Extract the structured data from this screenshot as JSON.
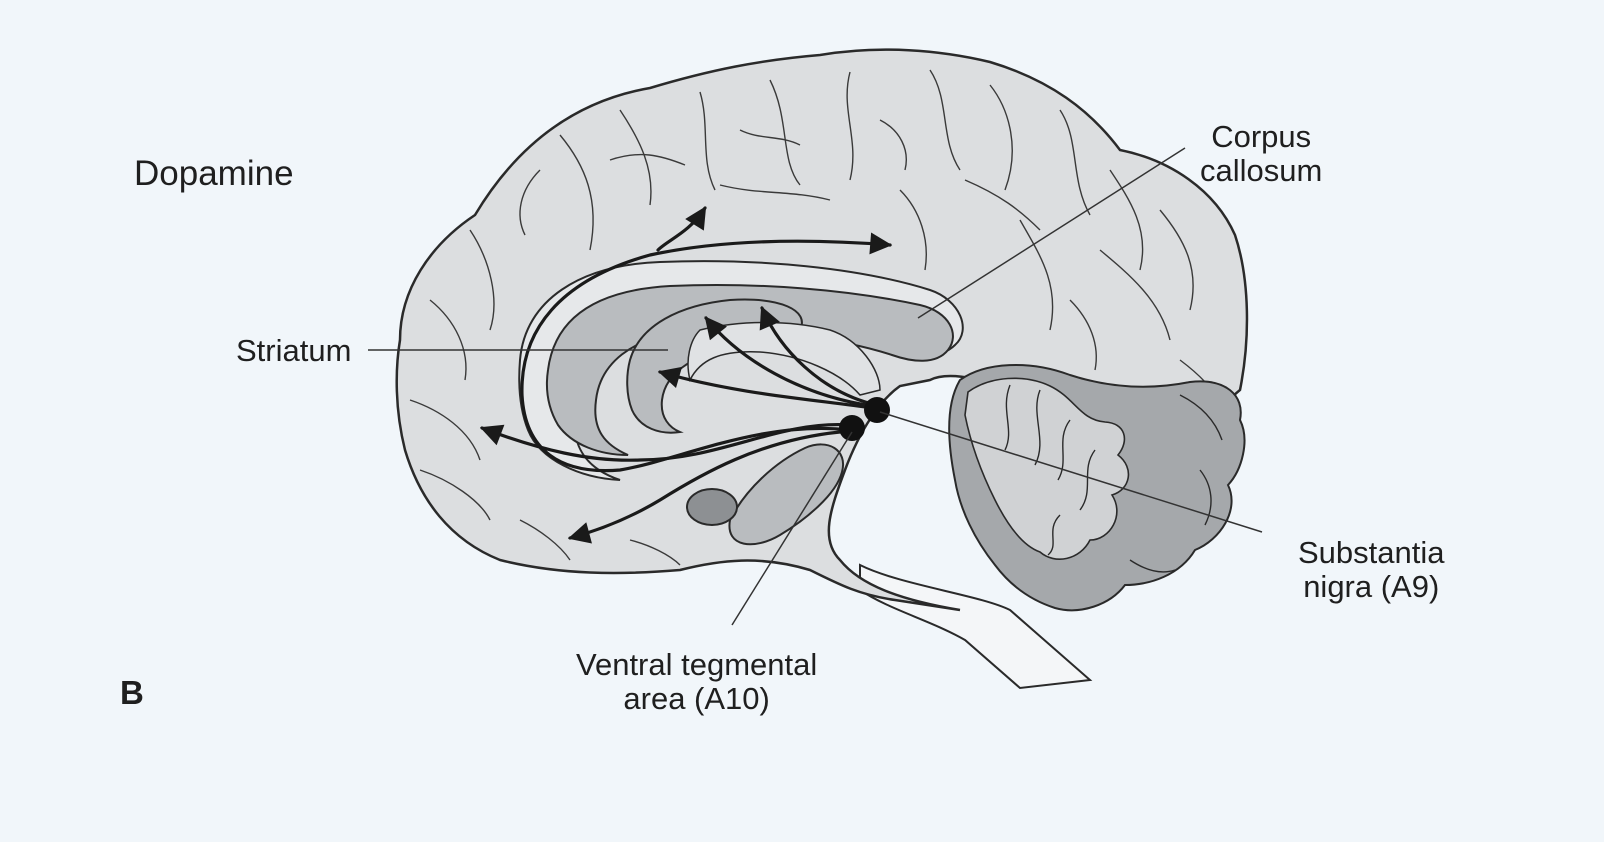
{
  "figure": {
    "title": "Dopamine",
    "panel_letter": "B"
  },
  "labels": {
    "corpus_callosum": "Corpus\ncallosum",
    "striatum": "Striatum",
    "substantia_nigra": "Substantia\nnigra (A9)",
    "ventral_tegmental_area": "Ventral tegmental\narea (A10)"
  },
  "colors": {
    "background": "#f1f6fa",
    "brain_fill": "#dcdee0",
    "structure_fill": "#b9bcbf",
    "cerebellum_fill": "#a5a8ab",
    "stroke": "#2a2a2a",
    "pathway": "#1a1a1a"
  },
  "pathways": [
    "ventral-tegmental-area-to-frontal-cortex",
    "ventral-tegmental-area-to-orbitofrontal-cortex",
    "ventral-tegmental-area-to-cingulate-cortex",
    "substantia-nigra-to-striatum"
  ]
}
